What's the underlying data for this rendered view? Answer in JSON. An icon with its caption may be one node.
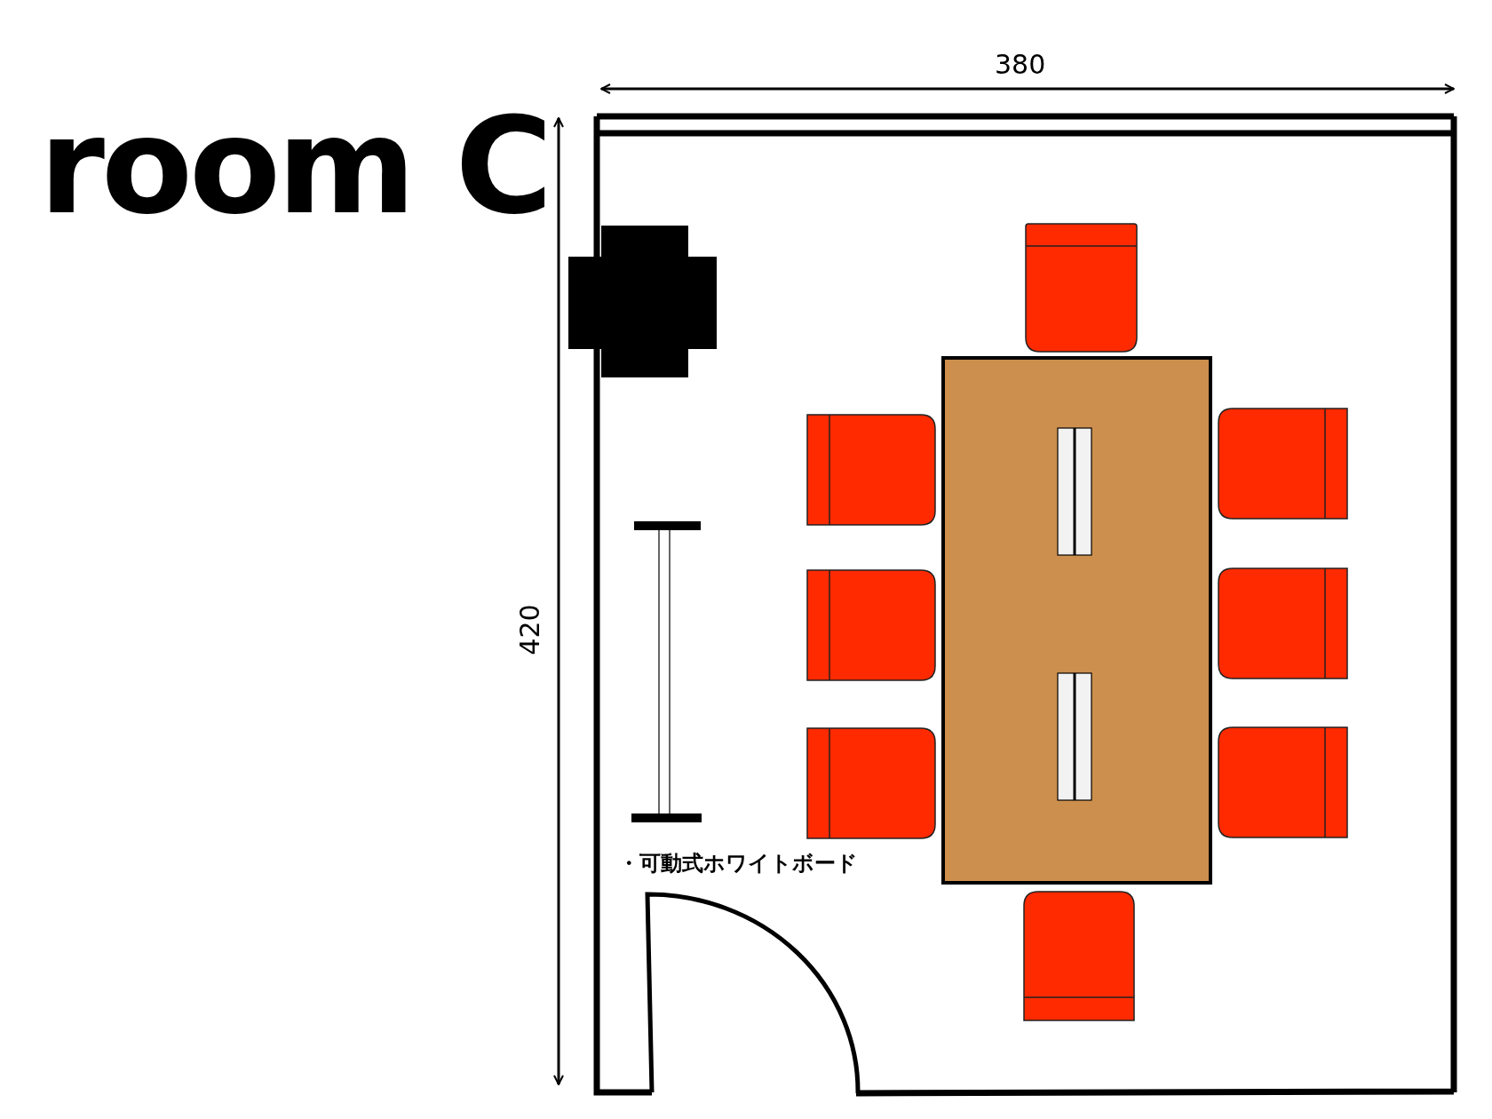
{
  "diagram": {
    "title": "room C",
    "labels": [
      "380",
      "420",
      "・可動式ホワイトボード"
    ]
  }
}
